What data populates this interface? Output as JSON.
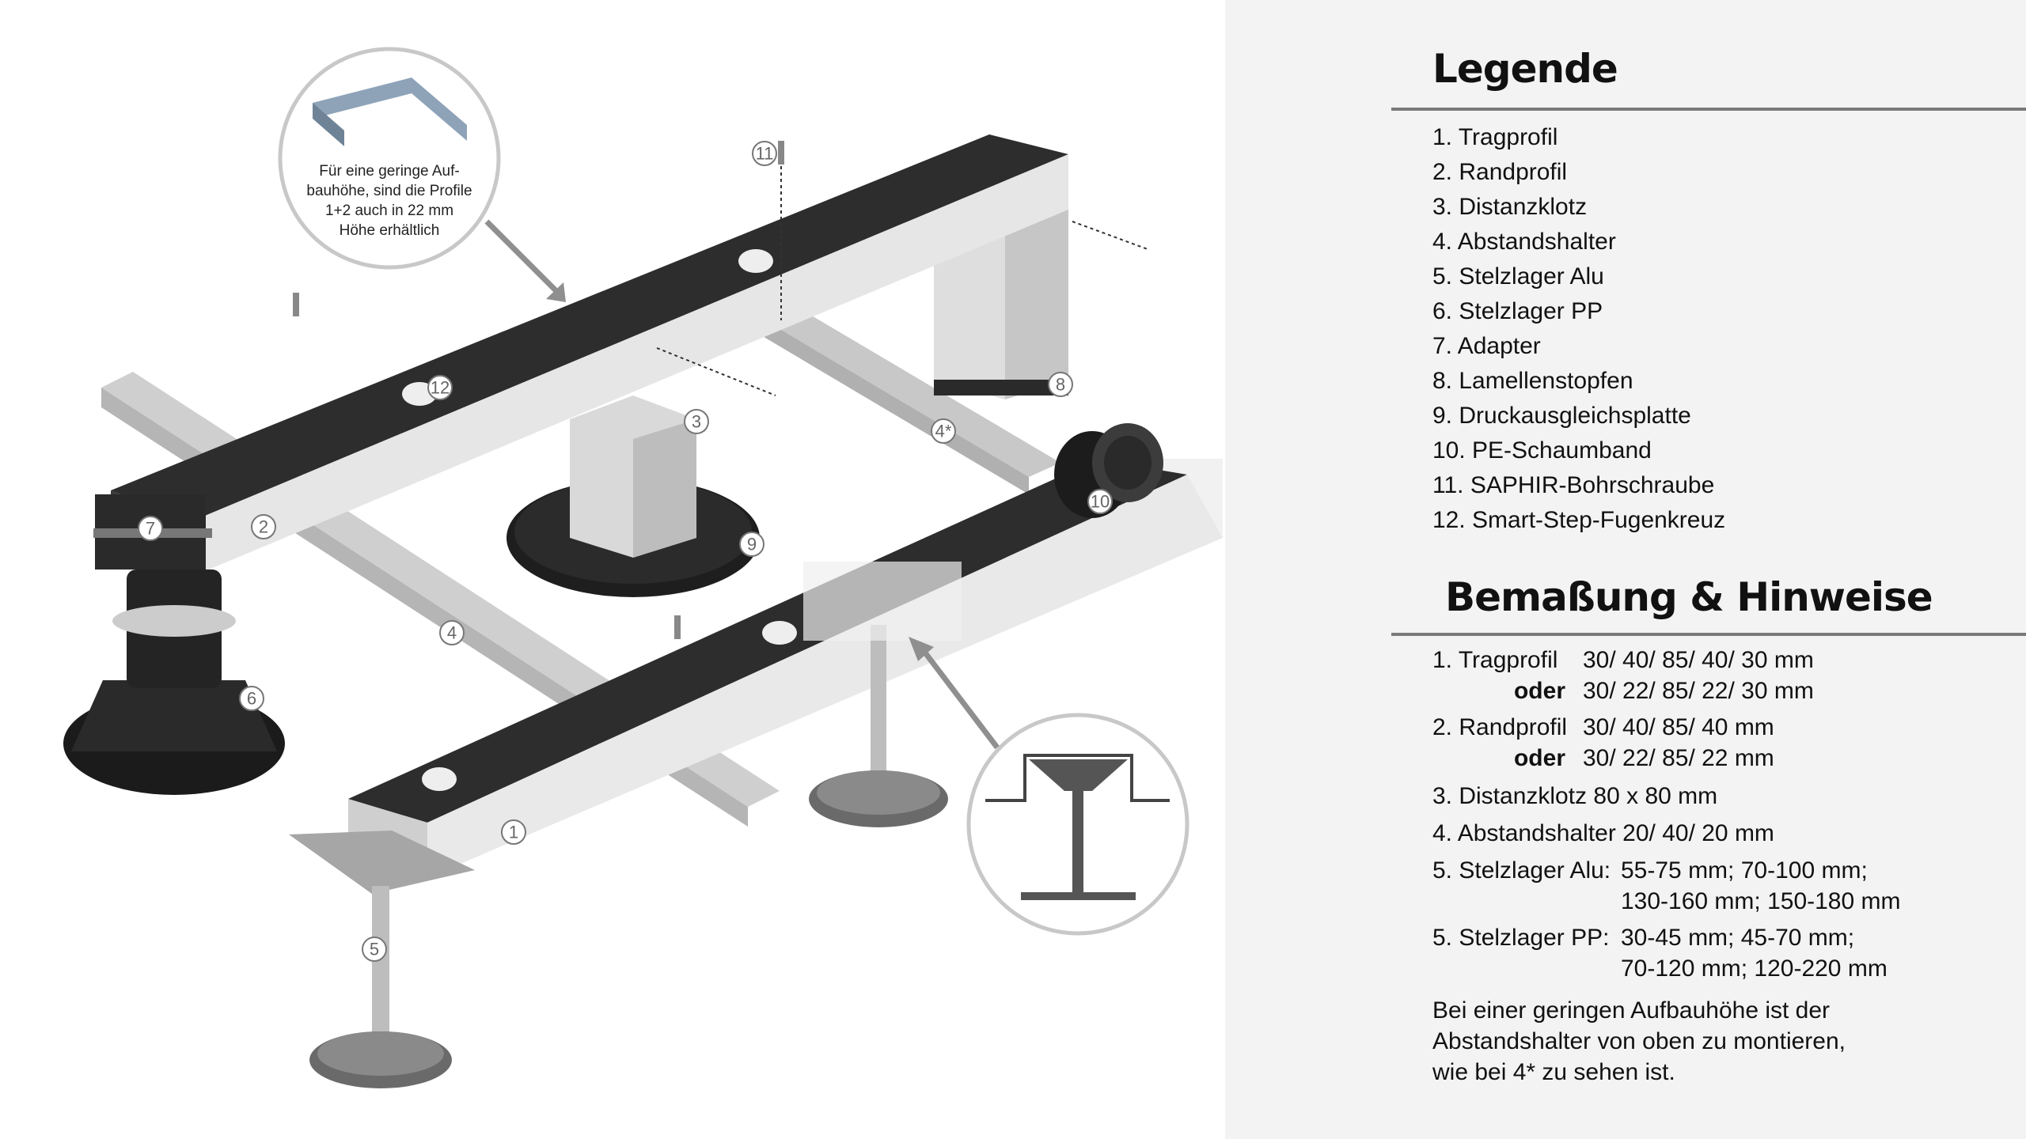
{
  "legend": {
    "title": "Legende",
    "items": [
      "1. Tragprofil",
      "2. Randprofil",
      "3. Distanzklotz",
      "4. Abstandshalter",
      "5. Stelzlager Alu",
      "6. Stelzlager PP",
      "7. Adapter",
      "8. Lamellenstopfen",
      "9. Druckausgleichsplatte",
      "10. PE-Schaumband",
      "11. SAPHIR-Bohrschraube",
      "12. Smart-Step-Fugenkreuz"
    ]
  },
  "dimensions": {
    "title": "Bemaßung & Hinweise",
    "row1": {
      "label": "1. Tragprofil",
      "value": "30/ 40/ 85/ 40/ 30 mm",
      "alt_label": "oder",
      "alt_value": "30/ 22/ 85/ 22/ 30 mm"
    },
    "row2": {
      "label": "2. Randprofil",
      "value": "30/ 40/ 85/ 40 mm",
      "alt_label": "oder",
      "alt_value": "30/ 22/ 85/ 22 mm"
    },
    "row3": "3. Distanzklotz 80 x 80 mm",
    "row4": "4. Abstandshalter 20/ 40/ 20 mm",
    "row5": {
      "label": "5. Stelzlager Alu:",
      "line1": "55-75 mm; 70-100 mm;",
      "line2": "130-160 mm; 150-180 mm"
    },
    "row6": {
      "label": "5. Stelzlager PP:",
      "line1": "30-45 mm; 45-70 mm;",
      "line2": "70-120 mm; 120-220 mm"
    },
    "note": [
      "Bei einer geringen Aufbauhöhe ist der",
      "Abstandshalter von oben zu montieren,",
      "wie bei 4* zu sehen ist."
    ]
  },
  "diagram": {
    "callout_lines": [
      "Für eine geringe Auf-",
      "bauhöhe, sind die Profile",
      "1+2 auch in 22 mm",
      "Höhe erhältlich"
    ],
    "labels": {
      "n1": "1",
      "n2": "2",
      "n3": "3",
      "n4a": "4",
      "n4b": "4*",
      "n5": "5",
      "n6": "6",
      "n7": "7",
      "n8": "8",
      "n9": "9",
      "n10": "10",
      "n11": "11",
      "n12": "12"
    }
  }
}
